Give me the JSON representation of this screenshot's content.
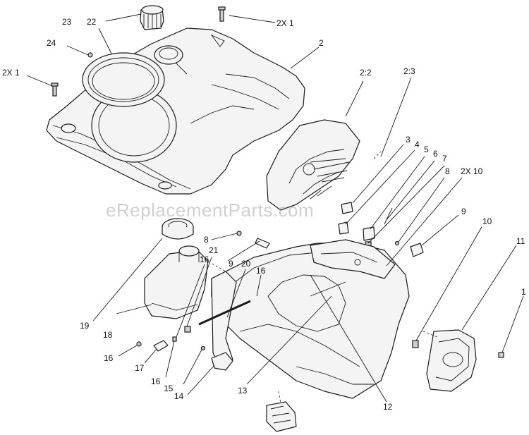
{
  "watermark": "eReplacementParts.com",
  "callouts": {
    "c_2x1_top": "2X 1",
    "c_2x1_left": "2X 1",
    "c_22": "22",
    "c_23": "23",
    "c_24": "24",
    "c_2": "2",
    "c_2_2": "2:2",
    "c_2_3": "2:3",
    "c_3": "3",
    "c_4": "4",
    "c_5": "5",
    "c_6": "6",
    "c_7": "7",
    "c_8a": "8",
    "c_2x10": "2X 10",
    "c_9a": "9",
    "c_10": "10",
    "c_11": "11",
    "c_1": "1",
    "c_8b": "8",
    "c_21": "21",
    "c_16a": "16",
    "c_9b": "9",
    "c_20": "20",
    "c_16b": "16",
    "c_19": "19",
    "c_18": "18",
    "c_16c": "16",
    "c_17": "17",
    "c_16d": "16",
    "c_15": "15",
    "c_14": "14",
    "c_13": "13",
    "c_12": "12"
  }
}
